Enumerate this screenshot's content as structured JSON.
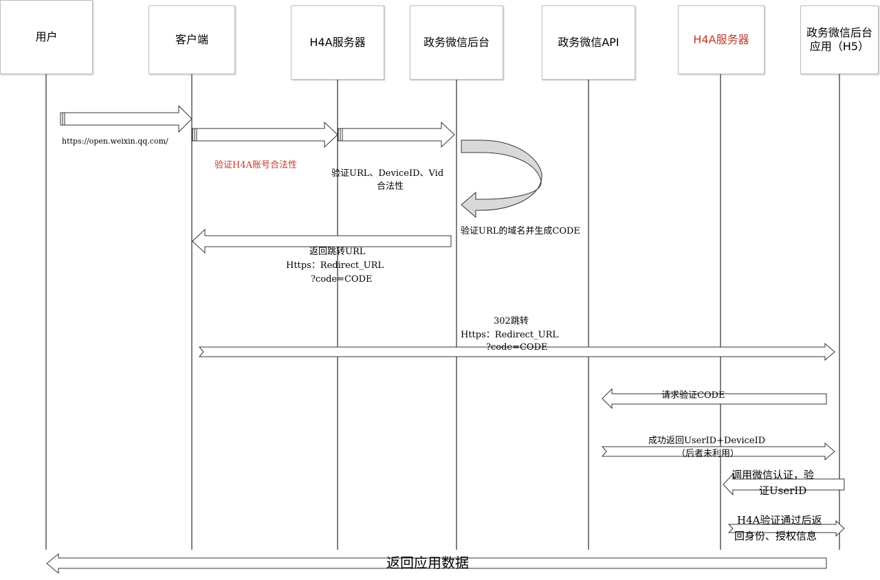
{
  "participants": [
    {
      "id": "user",
      "label": "用户"
    },
    {
      "id": "client",
      "label": "客户端"
    },
    {
      "id": "h4a1",
      "label": "H4A服务器"
    },
    {
      "id": "backend",
      "label": "政务微信后台"
    },
    {
      "id": "api",
      "label": "政务微信API"
    },
    {
      "id": "h4a2",
      "label": "H4A服务器",
      "color": "#c0392b"
    },
    {
      "id": "h5",
      "label": "政务微信后台应用（H5）"
    }
  ],
  "messages": {
    "open_url": "https://open.weixin.qq.com/",
    "verify_h4a": "验证H4A账号合法性",
    "verify_url_line1": "验证URL、DeviceID、Vid",
    "verify_url_line2": "合法性",
    "verify_domain": "验证URL的域名并生成CODE",
    "return_line1": "返回跳转URL",
    "return_line2": "Https：Redirect_URL",
    "return_line3": "?code=CODE",
    "redirect_line1": "302跳转",
    "redirect_line2": "Https：Redirect_URL",
    "redirect_line3": "?code=CODE",
    "request_code": "请求验证CODE",
    "success_line1": "成功返回UserID+DeviceID",
    "success_line2": "（后者未利用）",
    "call_line1": "调用微信认证，验",
    "call_line2": "证UserID",
    "pass_line1": "H4A验证通过后返",
    "pass_line2": "回身份、授权信息",
    "return_data": "返回应用数据"
  },
  "colors": {
    "accent_red": "#c0392b",
    "lifeline": "#000000",
    "self_call_fill": "#d9d9d9"
  }
}
